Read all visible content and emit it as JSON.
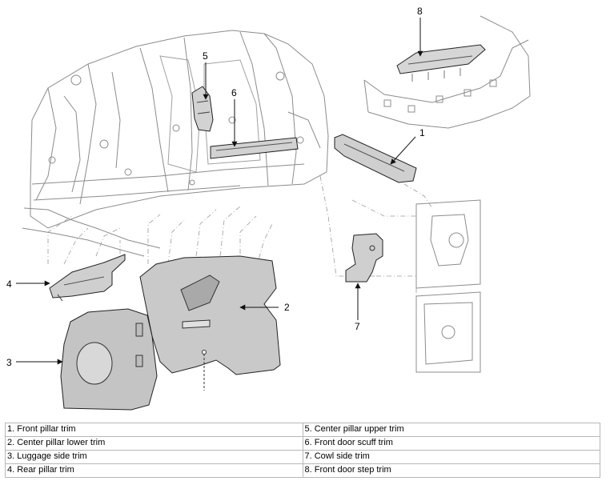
{
  "callouts": [
    "1",
    "2",
    "3",
    "4",
    "5",
    "6",
    "7",
    "8"
  ],
  "legend": {
    "left": [
      "1. Front pillar trim",
      "2. Center pillar lower trim",
      "3. Luggage side trim",
      "4. Rear pillar trim"
    ],
    "right": [
      "5. Center pillar upper trim",
      "6. Front door scuff trim",
      "7. Cowl side trim",
      "8. Front door step trim"
    ]
  },
  "colors": {
    "line": "#222222",
    "fill": "#cfcfcf",
    "frame": "#9a9a9a",
    "border": "#b7b7b7"
  }
}
